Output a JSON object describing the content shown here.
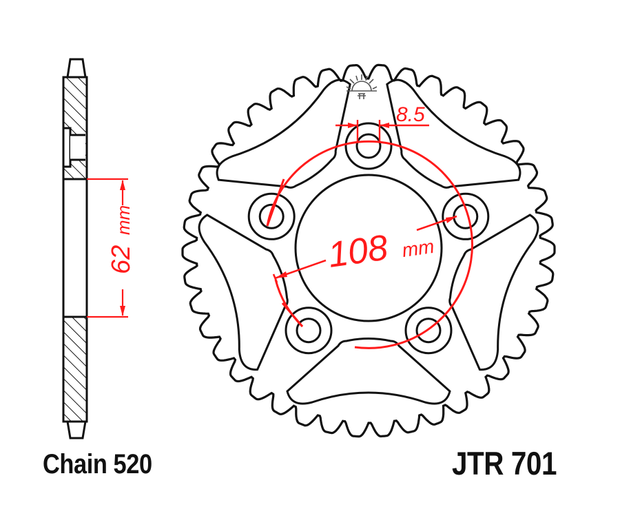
{
  "diagram": {
    "title": "Rear sprocket technical drawing",
    "part_number": "JTR 701",
    "chain_label": "Chain 520",
    "dimensions": {
      "hub_bore": {
        "value": "62",
        "unit": "mm"
      },
      "bolt_circle_diameter": {
        "value": "108",
        "unit": "mm"
      },
      "bolt_hole_diameter": {
        "value": "8.5"
      }
    },
    "sprocket": {
      "bolt_holes": 5,
      "lightening_cutouts": 5,
      "tooth_count_estimated": 42
    },
    "logo": {
      "name": "jt-sunrise-logo"
    },
    "colors": {
      "outline": "#111111",
      "dimension": "#ff1a1a",
      "background": "#ffffff",
      "logo": "#555555"
    }
  }
}
